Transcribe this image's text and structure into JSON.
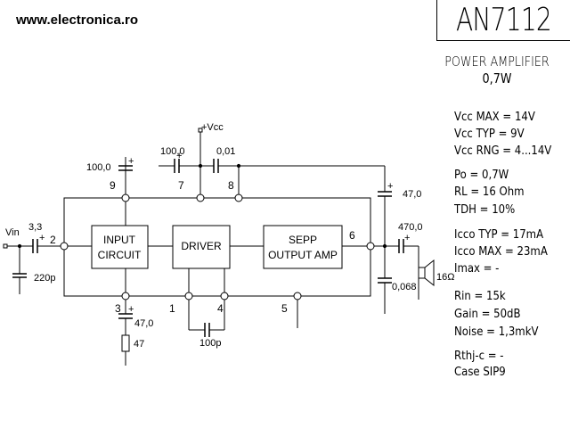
{
  "header": {
    "website": "www.electronica.ro"
  },
  "chip": {
    "name": "AN7112",
    "function": "POWER AMPLIFIER",
    "power": "0,7W"
  },
  "specs": [
    "Vcc MAX = 14V",
    "Vcc TYP = 9V",
    "Vcc RNG = 4...14V",
    "Po  = 0,7W",
    "RL  = 16 Ohm",
    "TDH = 10%",
    "Icco TYP = 17mA",
    "Icco MAX = 23mA",
    "Imax  = -",
    "Rin  = 15k",
    "Gain  = 50dB",
    "Noise = 1,3mkV",
    "Rthj-c = -",
    "Case  SIP9"
  ],
  "blocks": {
    "input_circuit": [
      "INPUT",
      "CIRCUIT"
    ],
    "driver": "DRIVER",
    "sepp": [
      "SEPP",
      "OUTPUT AMP"
    ]
  },
  "pins": {
    "p1": "1",
    "p2": "2",
    "p3": "3",
    "p4": "4",
    "p5": "5",
    "p6": "6",
    "p7": "7",
    "p8": "8",
    "p9": "9"
  },
  "labels": {
    "vcc": "+Vcc",
    "vin": "Vin",
    "c_in": "3,3",
    "c_in_shunt": "220p",
    "c9": "100,0",
    "c7": "100,0",
    "c8": "0,01",
    "c_top_right": "47,0",
    "c_out": "470,0",
    "c_zobel": "0,068",
    "speaker": "16Ω",
    "c3": "47,0",
    "r3": "47",
    "c_driver": "100p"
  }
}
